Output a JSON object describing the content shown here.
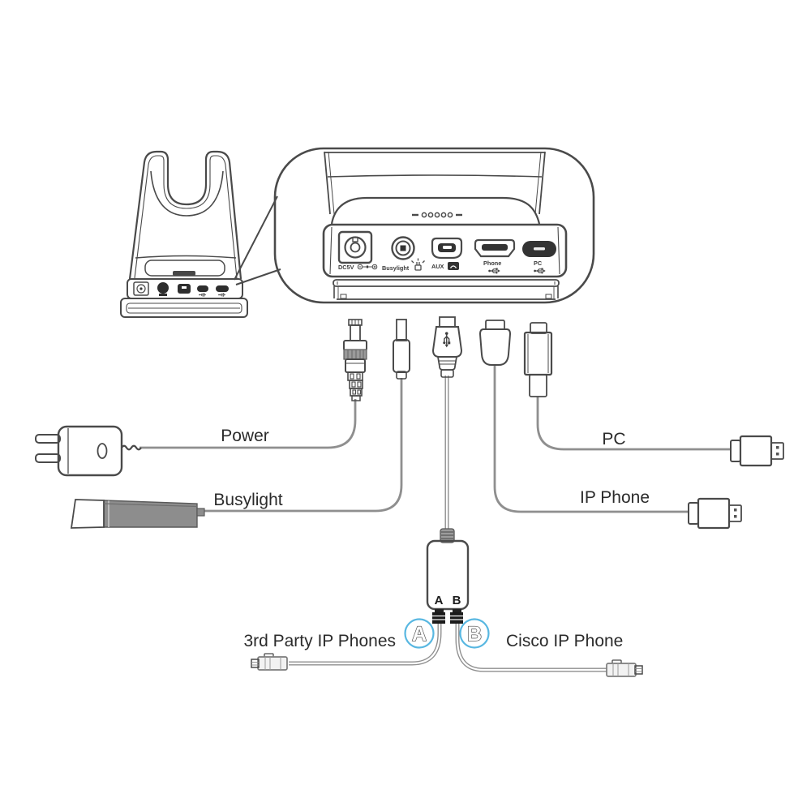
{
  "base_panel": {
    "ports": [
      {
        "label": "DC5V"
      },
      {
        "label": "Busylight"
      },
      {
        "label": "AUX"
      },
      {
        "label": "Phone"
      },
      {
        "label": "PC"
      }
    ]
  },
  "connections": {
    "power": "Power",
    "busylight": "Busylight",
    "pc": "PC",
    "ip_phone": "IP Phone",
    "third_party_ip_phones": "3rd Party IP Phones",
    "cisco_ip_phone": "Cisco IP Phone"
  },
  "splitter": {
    "label_a": "A",
    "label_b": "B"
  },
  "badges": {
    "a": "A",
    "b": "B"
  },
  "colors": {
    "line": "#4a4a4a",
    "cable": "#8f8f8f",
    "badge_blue": "#58b7e1",
    "dark_fill": "#303030",
    "busylight_gray": "#8d8d8d"
  }
}
